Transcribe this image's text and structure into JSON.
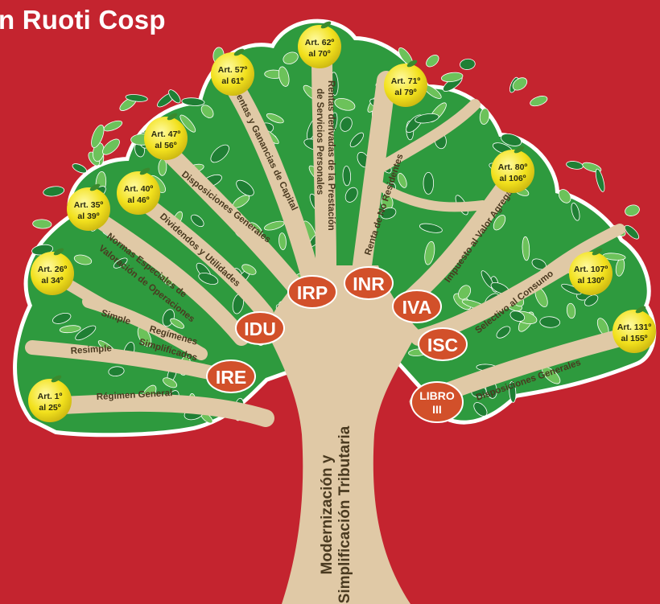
{
  "header": {
    "title": "n Ruoti Cosp"
  },
  "trunk": {
    "line1": "Modernización y",
    "line2": "Simplificación Tributaria"
  },
  "taxes": {
    "ire": "IRE",
    "idu": "IDU",
    "irp": "IRP",
    "inr": "INR",
    "iva": "IVA",
    "isc": "ISC",
    "libro_line1": "LIBRO",
    "libro_line2": "III"
  },
  "branches": {
    "regimen_general": "Régimen General",
    "resimple": "Resimple",
    "simple": "Simple",
    "regimenes_line1": "Regímenes",
    "regimenes_line2": "Simplificados",
    "normas_line1": "Normas Especiales de",
    "normas_line2": "Valoración de Operaciones",
    "dividendos": "Dividendos y Utilidades",
    "disp_generales_left": "Disposiciones Generales",
    "rentas_capital": "Rentas y Ganancias de Capital",
    "rentas_servicios_line1": "Rentas derivadas de la Prestación",
    "rentas_servicios_line2": "de Servicios Personales",
    "renta_no_residentes": "Renta de No Residentes",
    "impuesto_valor_agregado": "Impuesto al Valor Agregado",
    "selectivo_consumo": "Selectivo al Consumo",
    "disp_generales_right": "Disposiciones Generales"
  },
  "apples": {
    "a1": {
      "line1": "Art. 1º",
      "line2": "al 25º"
    },
    "a26": {
      "line1": "Art. 26º",
      "line2": "al 34º"
    },
    "a35": {
      "line1": "Art. 35º",
      "line2": "al 39º"
    },
    "a40": {
      "line1": "Art. 40º",
      "line2": "al 46º"
    },
    "a47": {
      "line1": "Art. 47º",
      "line2": "al 56º"
    },
    "a57": {
      "line1": "Art. 57º",
      "line2": "al 61º"
    },
    "a62": {
      "line1": "Art. 62º",
      "line2": "al 70º"
    },
    "a71": {
      "line1": "Art. 71º",
      "line2": "al 79º"
    },
    "a80": {
      "line1": "Art. 80º",
      "line2": "al 106º"
    },
    "a107": {
      "line1": "Art. 107º",
      "line2": "al 130º"
    },
    "a131": {
      "line1": "Art. 131º",
      "line2": "al 155º"
    }
  },
  "colors": {
    "background": "#c4242f",
    "trunk": "#e0c9a6",
    "leaf": "#2e9a3e",
    "leaf_light": "#6cc25a",
    "apple": "#f2e11d",
    "tax_oval": "#d2502a"
  }
}
